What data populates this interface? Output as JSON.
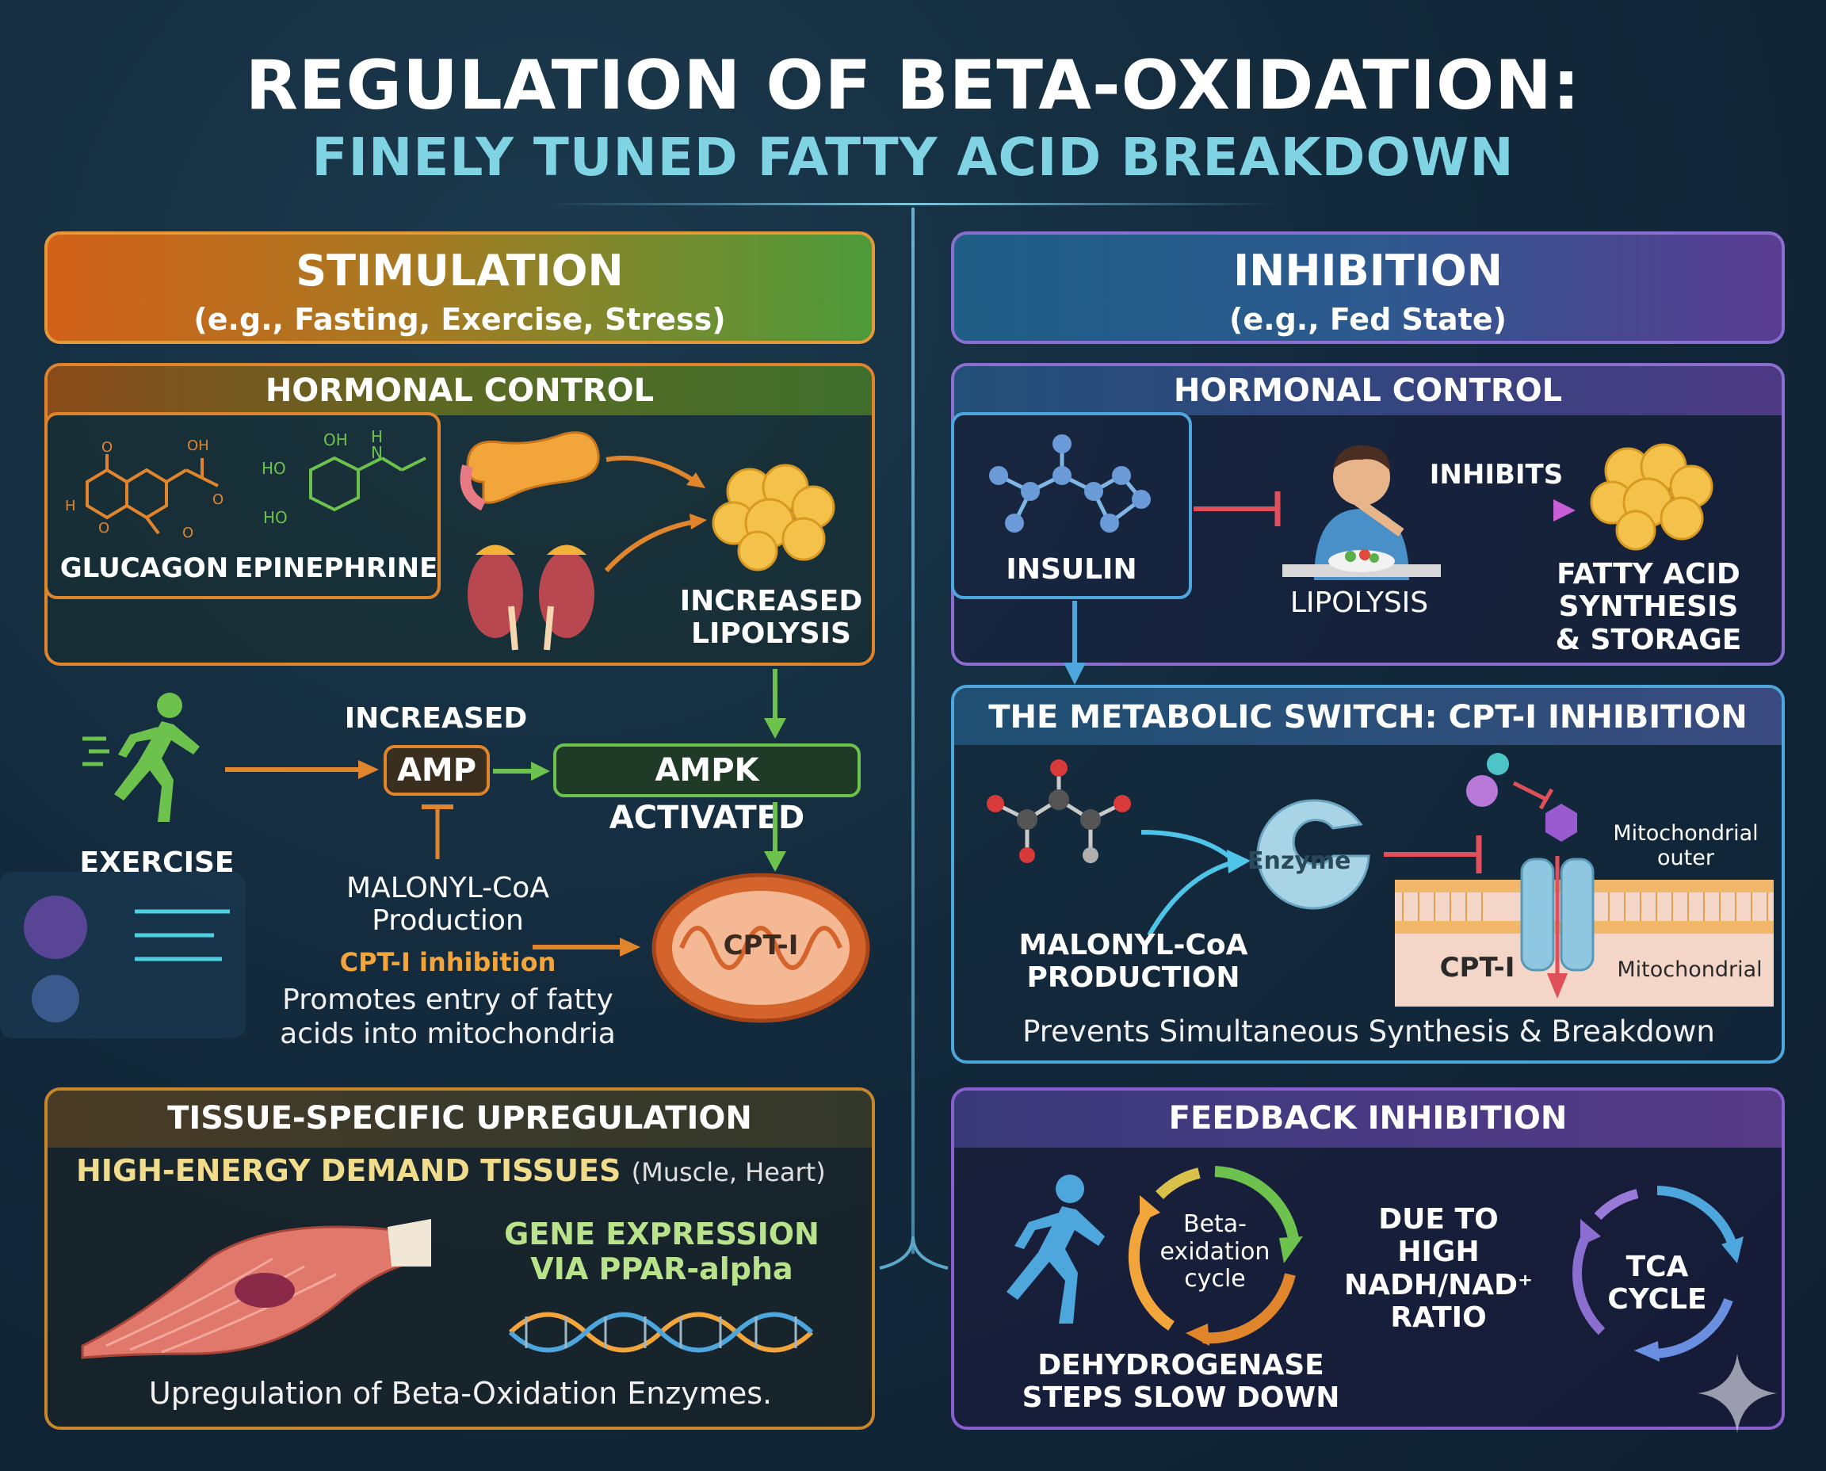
{
  "header": {
    "title": "REGULATION OF BETA-OXIDATION:",
    "subtitle": "FINELY TUNED FATTY ACID BREAKDOWN"
  },
  "stimulation": {
    "title": "STIMULATION",
    "subtitle": "(e.g., Fasting, Exercise, Stress)",
    "hormonal": {
      "title": "HORMONAL CONTROL",
      "glucagon": "GLUCAGON",
      "epinephrine": "EPINEPHRINE",
      "increased_lipolysis": [
        "INCREASED",
        "LIPOLYSIS"
      ]
    },
    "exercise": {
      "label": "EXERCISE",
      "increased": "INCREASED",
      "amp": "AMP",
      "ampk": "AMPK ACTIVATED",
      "malonyl": [
        "MALONYL-CoA",
        "Production"
      ],
      "cpt_inhibition": "CPT-I inhibition",
      "promotes": [
        "Promotes entry of fatty",
        "acids into mitochondria"
      ],
      "cpt": "CPT-I"
    },
    "tissue": {
      "title": "TISSUE-SPECIFIC UPREGULATION",
      "demand": "HIGH-ENERGY DEMAND TISSUES",
      "demand_note": "(Muscle, Heart)",
      "gene": [
        "GENE EXPRESSION",
        "VIA PPAR-alpha"
      ],
      "upreg": "Upregulation of Beta-Oxidation Enzymes."
    }
  },
  "inhibition": {
    "title": "INHIBITION",
    "subtitle": "(e.g., Fed State)",
    "hormonal": {
      "title": "HORMONAL CONTROL",
      "insulin": "INSULIN",
      "lipolysis": "LIPOLYSIS",
      "inhibits": "INHIBITS",
      "fa_synth": [
        "FATTY ACID",
        "SYNTHESIS",
        "& STORAGE"
      ]
    },
    "switch": {
      "title": "THE METABOLIC SWITCH: CPT-I INHIBITION",
      "enzyme": "Enzyme",
      "malonyl": [
        "MALONYL-CoA",
        "PRODUCTION"
      ],
      "mito_outer": [
        "Mitochondrial",
        "outer"
      ],
      "cpt": "CPT-I",
      "mito": "Mitochondrial",
      "prevents": "Prevents Simultaneous Synthesis & Breakdown"
    },
    "feedback": {
      "title": "FEEDBACK INHIBITION",
      "cycle": [
        "Beta-",
        "exidation",
        "cycle"
      ],
      "due": [
        "DUE TO",
        "HIGH",
        "NADH/NAD⁺",
        "RATIO"
      ],
      "tca": [
        "TCA",
        "CYCLE"
      ],
      "dehydro": [
        "DEHYDROGENASE",
        "STEPS SLOW DOWN"
      ]
    }
  },
  "colors": {
    "stim_accent": "#e0852c",
    "stim_green": "#6dc24e",
    "inh_blue": "#4da7dc",
    "inh_purple": "#8a6ed0",
    "inhibit_red": "#e0505a"
  },
  "icons": [
    "glucagon-molecule-icon",
    "epinephrine-molecule-icon",
    "pancreas-icon",
    "kidney-adrenal-icon",
    "fat-cell-icon",
    "runner-icon",
    "mitochondria-icon",
    "insulin-molecule-icon",
    "person-eating-icon",
    "muscle-icon",
    "dna-icon",
    "cycle-icon",
    "sparkle-icon"
  ]
}
